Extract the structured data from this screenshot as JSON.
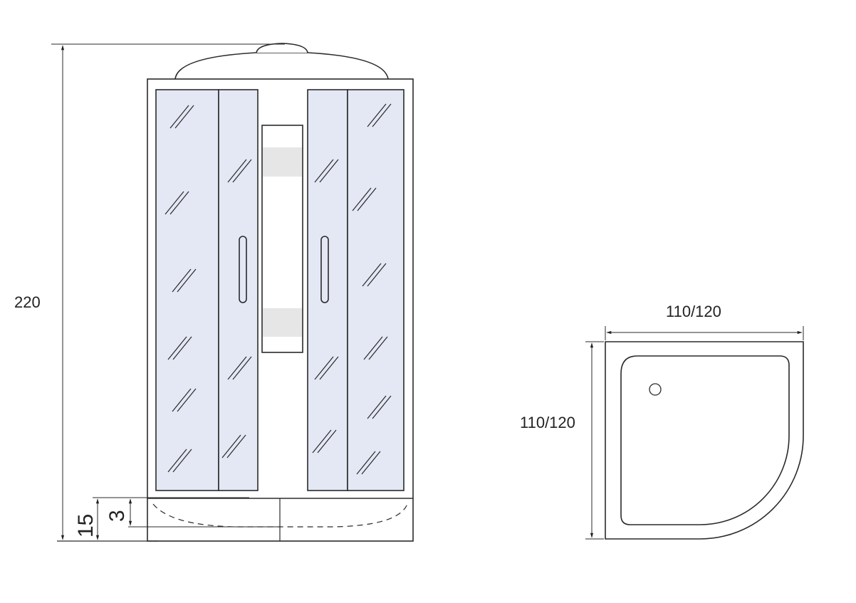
{
  "front_view": {
    "height_label": "220",
    "tray_height_label": "15",
    "tray_depth_label": "3"
  },
  "plan_view": {
    "width_label": "110/120",
    "depth_label": "110/120"
  },
  "colors": {
    "line": "#2a2a2a",
    "glass": "#e4e8f5",
    "band": "#e6e6e6"
  }
}
